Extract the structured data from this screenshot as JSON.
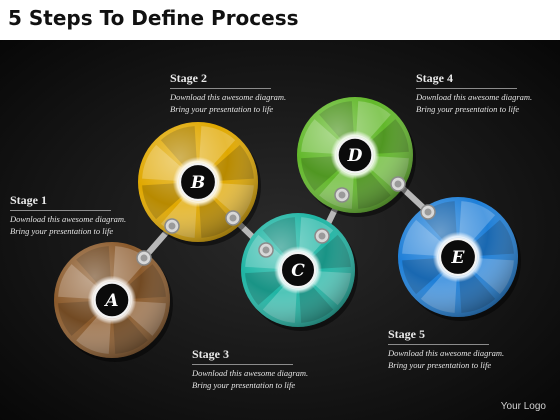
{
  "title": "5 Steps To Define Process",
  "stages": [
    {
      "label": "Stage 1",
      "letter": "A",
      "desc1": "Download this awesome diagram.",
      "desc2": "Bring your presentation to life",
      "color": "#8b5a2b"
    },
    {
      "label": "Stage 2",
      "letter": "B",
      "desc1": "Download this awesome diagram.",
      "desc2": "Bring your presentation to life",
      "color": "#e0a800"
    },
    {
      "label": "Stage 3",
      "letter": "C",
      "desc1": "Download this awesome diagram.",
      "desc2": "Bring your presentation to life",
      "color": "#1fb5a4"
    },
    {
      "label": "Stage 4",
      "letter": "D",
      "desc1": "Download this awesome diagram.",
      "desc2": "Bring your presentation to life",
      "color": "#62b82a"
    },
    {
      "label": "Stage 5",
      "letter": "E",
      "desc1": "Download this awesome diagram.",
      "desc2": "Bring your presentation to life",
      "color": "#1e7fd8"
    }
  ],
  "logo": "Your Logo",
  "colors": {
    "background": "#0f0f0f",
    "text": "#e9e9e9",
    "connector": "#b8b8b8"
  }
}
